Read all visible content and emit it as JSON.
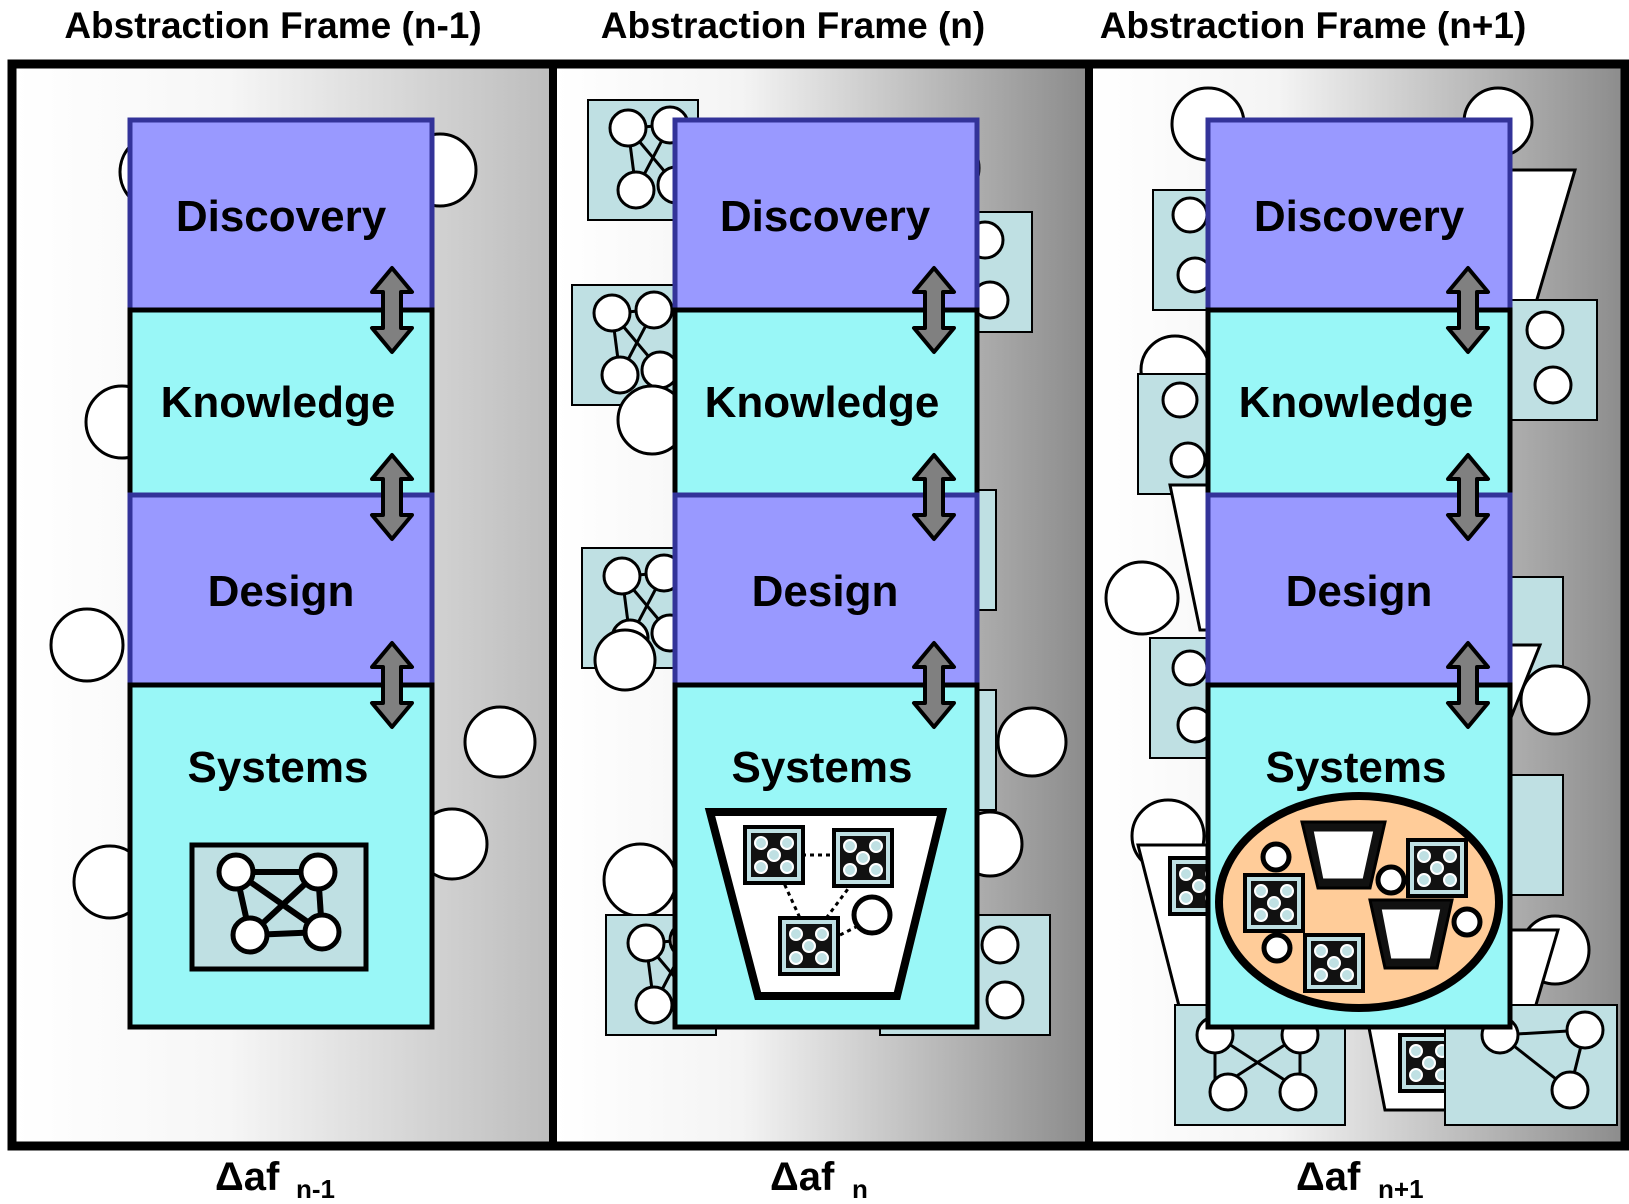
{
  "frames": [
    {
      "title": "Abstraction Frame (n-1)",
      "layers": [
        "Discovery",
        "Knowledge",
        "Design",
        "Systems"
      ],
      "footer_main": "Δaf",
      "footer_sub": "n-1"
    },
    {
      "title": "Abstraction Frame (n)",
      "layers": [
        "Discovery",
        "Knowledge",
        "Design",
        "Systems"
      ],
      "footer_main": "Δaf",
      "footer_sub": "n"
    },
    {
      "title": "Abstraction Frame (n+1)",
      "layers": [
        "Discovery",
        "Knowledge",
        "Design",
        "Systems"
      ],
      "footer_main": "Δaf",
      "footer_sub": "n+1"
    }
  ],
  "colors": {
    "discovery_design_fill": "#9999ff",
    "knowledge_systems_fill": "#99f7f7",
    "layer_border": "#333399",
    "network_box_fill": "#bfe0e3",
    "cluster_ellipse_fill": "#ffcc99",
    "arrow_fill": "#808080"
  },
  "icons": [
    "double-arrow-icon",
    "network-icon",
    "trapezoid-system-icon",
    "ellipse-cluster-icon",
    "node-circle-icon"
  ]
}
